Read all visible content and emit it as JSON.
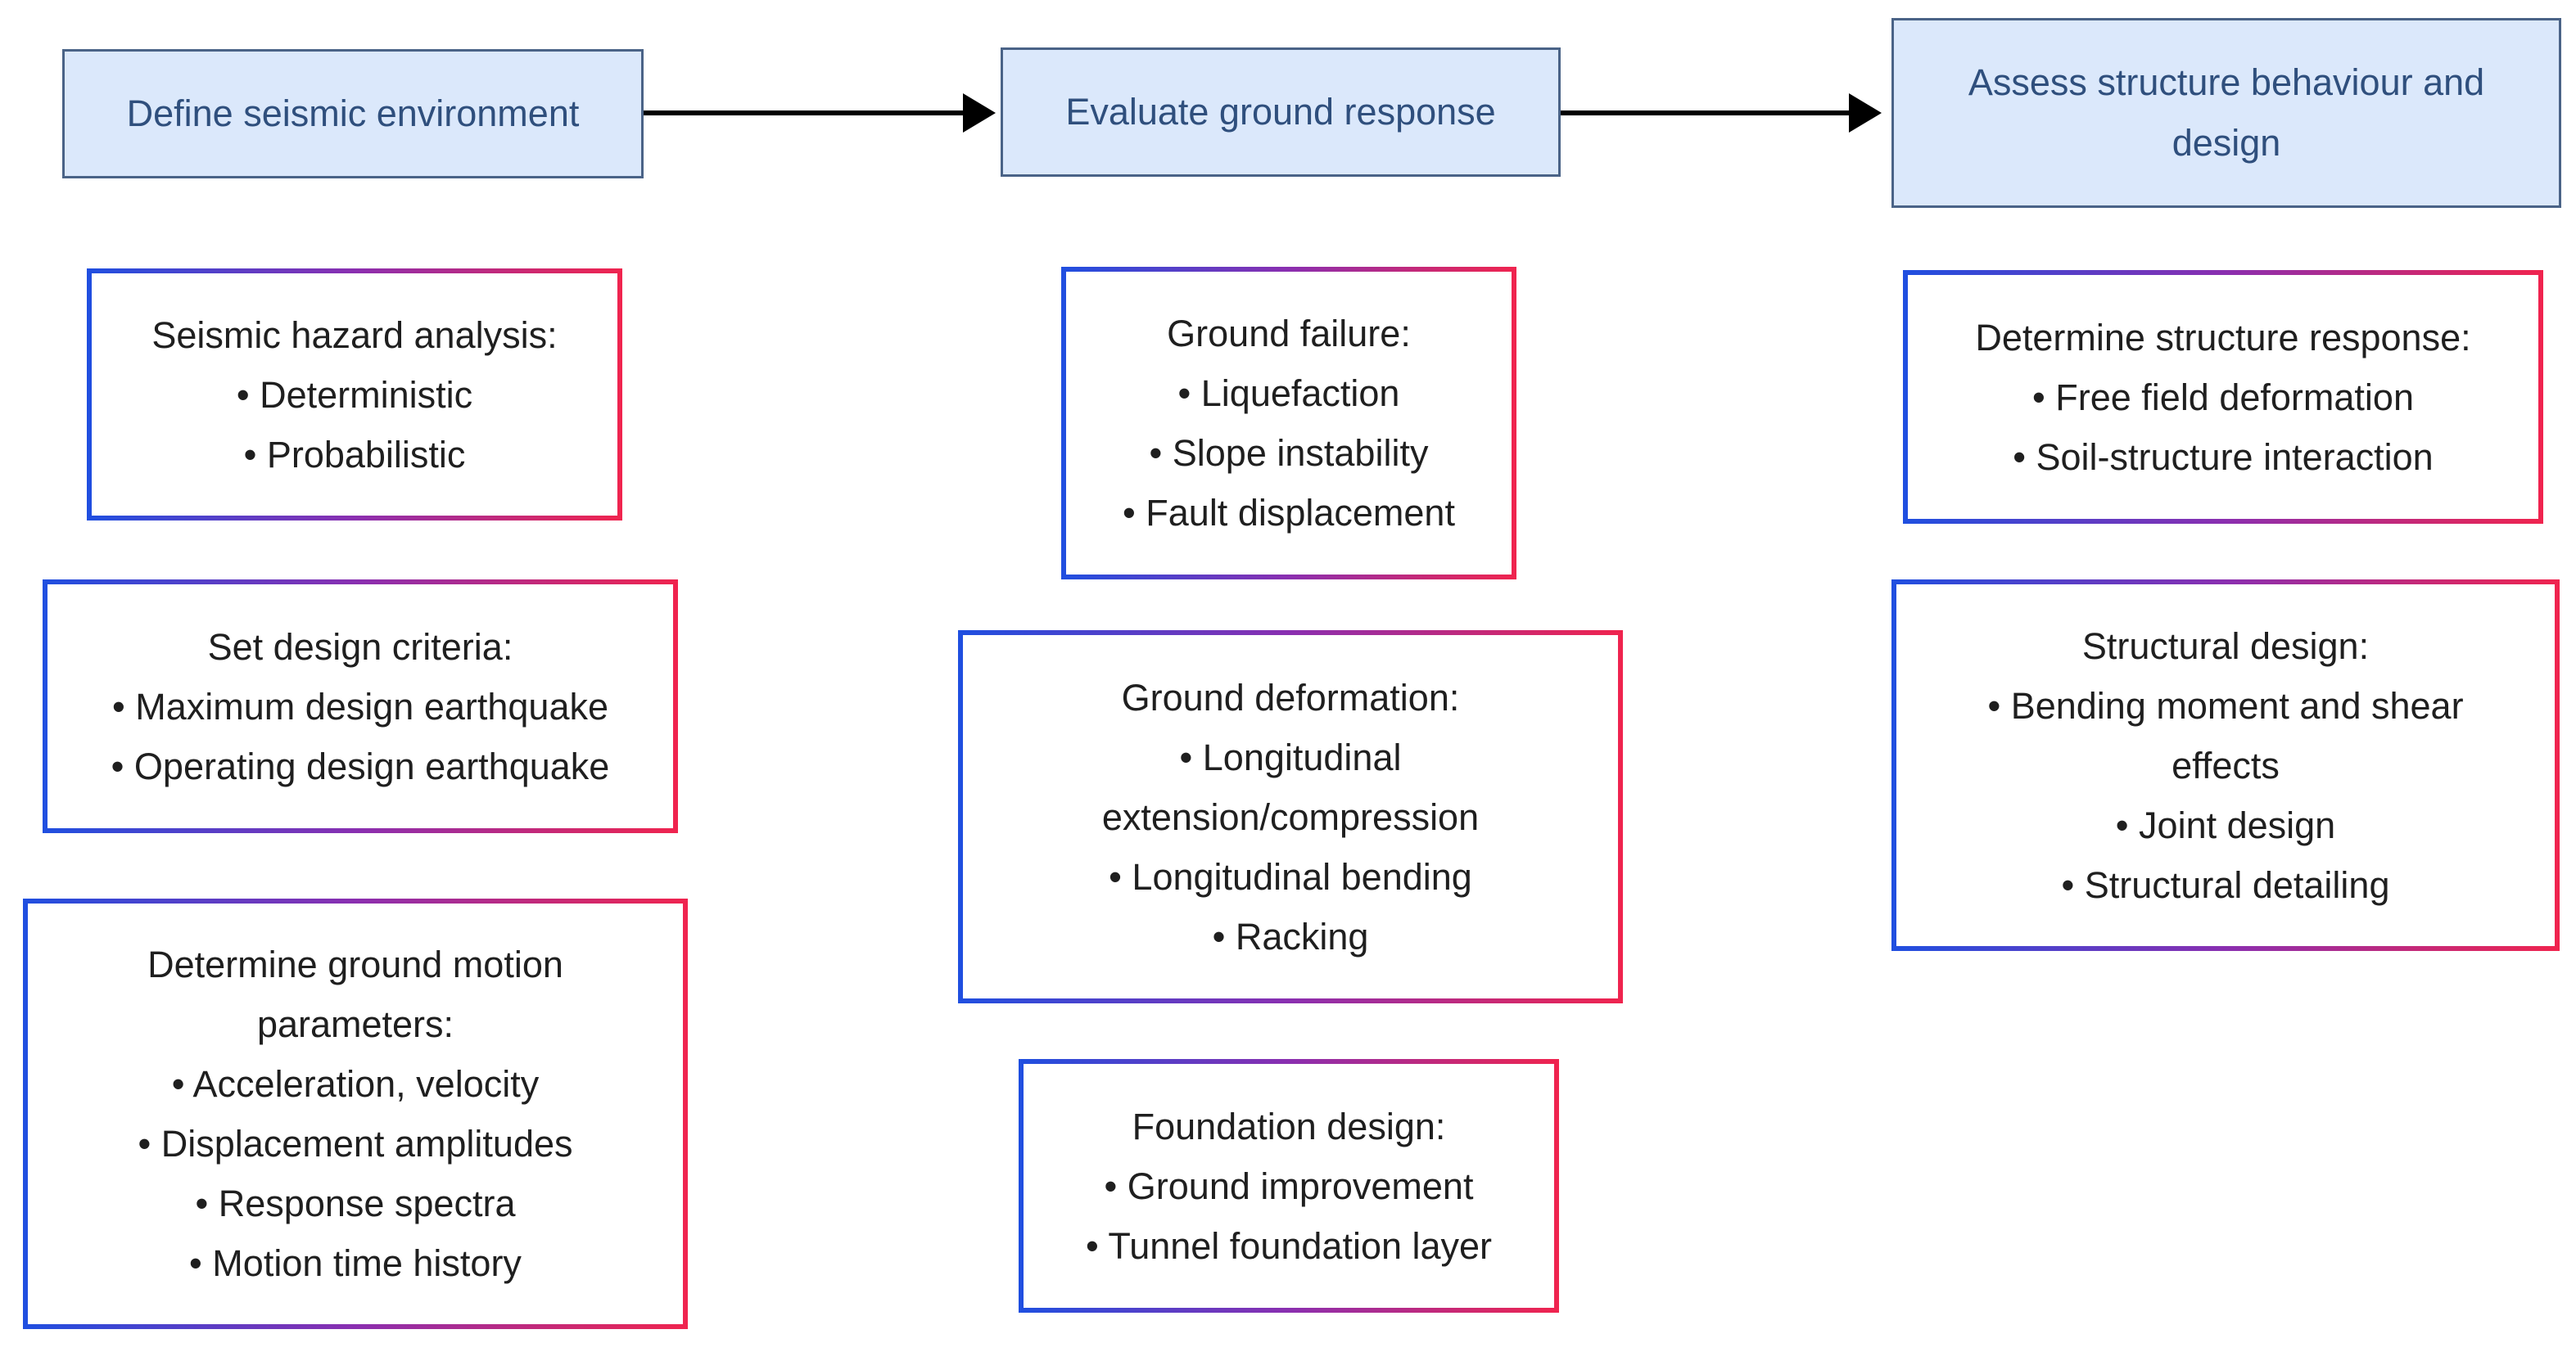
{
  "stages": [
    {
      "title": "Define seismic environment"
    },
    {
      "title": "Evaluate ground response"
    },
    {
      "title": "Assess structure behaviour and design"
    }
  ],
  "boxes": [
    {
      "title": "Seismic hazard analysis:",
      "items": [
        "• Deterministic",
        "• Probabilistic"
      ]
    },
    {
      "title": "Set design criteria:",
      "items": [
        "• Maximum design earthquake",
        "• Operating design earthquake"
      ]
    },
    {
      "title": "Determine ground motion parameters:",
      "items": [
        "• Acceleration, velocity",
        "• Displacement amplitudes",
        "• Response spectra",
        "• Motion time history"
      ]
    },
    {
      "title": "Ground failure:",
      "items": [
        "• Liquefaction",
        "• Slope instability",
        "• Fault displacement"
      ]
    },
    {
      "title": "Ground deformation:",
      "items": [
        "• Longitudinal extension/compression",
        "• Longitudinal bending",
        "• Racking"
      ]
    },
    {
      "title": "Foundation design:",
      "items": [
        "• Ground improvement",
        "• Tunnel foundation layer"
      ]
    },
    {
      "title": "Determine structure response:",
      "items": [
        "• Free field deformation",
        "• Soil-structure interaction"
      ]
    },
    {
      "title": "Structural design:",
      "items": [
        "• Bending moment and shear effects",
        "• Joint design",
        "• Structural detailing"
      ]
    }
  ],
  "colors": {
    "header_fill": "#dbe8fb",
    "header_border": "#4a6387",
    "header_text": "#2f4f7d",
    "box_gradient_start": "#1f4fe0",
    "box_gradient_end": "#f0244e",
    "arrow": "#000000"
  }
}
